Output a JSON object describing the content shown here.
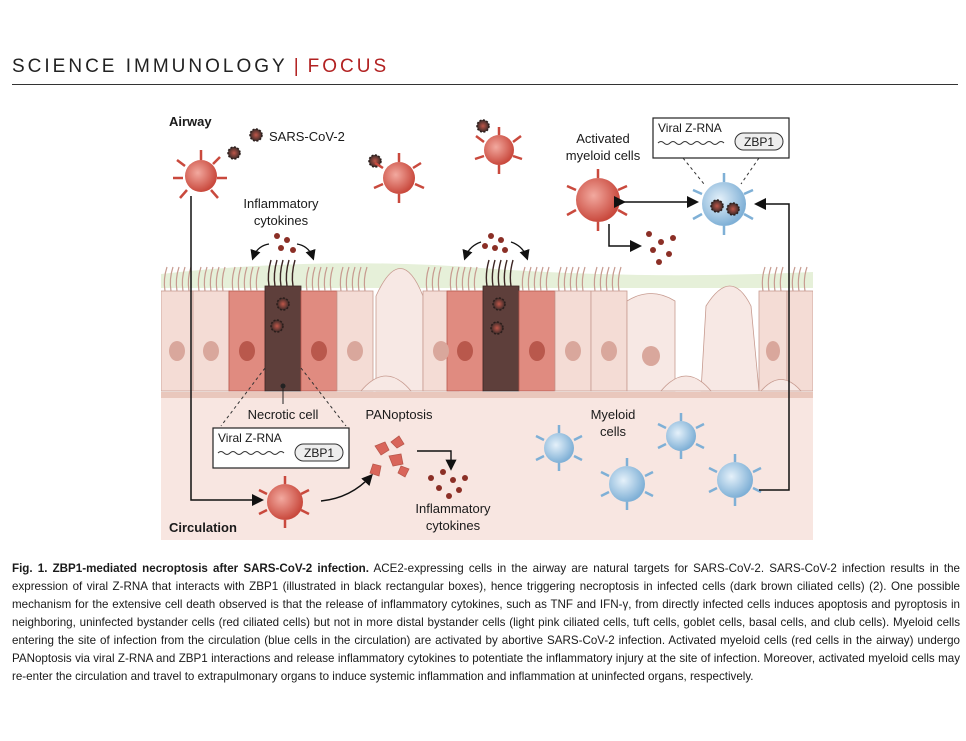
{
  "header": {
    "journal": "SCIENCE IMMUNOLOGY",
    "separator": "|",
    "section": "FOCUS"
  },
  "figure": {
    "labels": {
      "airway": "Airway",
      "virus": "SARS-CoV-2",
      "activated_l1": "Activated",
      "activated_l2": "myeloid cells",
      "box_top_text": "Viral Z-RNA",
      "box_top_tag": "ZBP1",
      "cytokines_top_l1": "Inflammatory",
      "cytokines_top_l2": "cytokines",
      "necrotic": "Necrotic cell",
      "panoptosis": "PANoptosis",
      "myeloid_l1": "Myeloid",
      "myeloid_l2": "cells",
      "box_bottom_text": "Viral Z-RNA",
      "box_bottom_tag": "ZBP1",
      "cytokines_bottom_l1": "Inflammatory",
      "cytokines_bottom_l2": "cytokines",
      "circulation": "Circulation"
    },
    "colors": {
      "red_cell": "#d9655a",
      "blue_cell": "#a6cbe6",
      "dark_cell": "#5a3a36",
      "epithelium": "#f0d6cf",
      "circulation_bg": "#f8e6e1"
    }
  },
  "caption": {
    "title": "Fig. 1. ZBP1-mediated necroptosis after SARS-CoV-2 infection.",
    "body": " ACE2-expressing cells in the airway are natural targets for SARS-CoV-2. SARS-CoV-2 infection results in the expression of viral Z-RNA that interacts with ZBP1 (illustrated in black rectangular boxes), hence triggering necroptosis in infected cells (dark brown ciliated cells) (2). One possible mechanism for the extensive cell death observed is that the release of inflammatory cytokines, such as TNF and IFN-γ, from directly infected cells induces apoptosis and pyroptosis in neighboring, uninfected bystander cells (red ciliated cells) but not in more distal bystander cells (light pink ciliated cells, tuft cells, goblet cells, basal cells, and club cells). Myeloid cells entering the site of infection from the circulation (blue cells in the circulation) are activated by abortive SARS-CoV-2 infection. Activated myeloid cells (red cells in the airway) undergo PANoptosis via viral Z-RNA and ZBP1 interactions and release inflammatory cytokines to potentiate the inflammatory injury at the site of infection. Moreover, activated myeloid cells may re-enter the circulation and travel to extrapulmonary organs to induce systemic inflammation and inflammation at uninfected organs, respectively."
  }
}
